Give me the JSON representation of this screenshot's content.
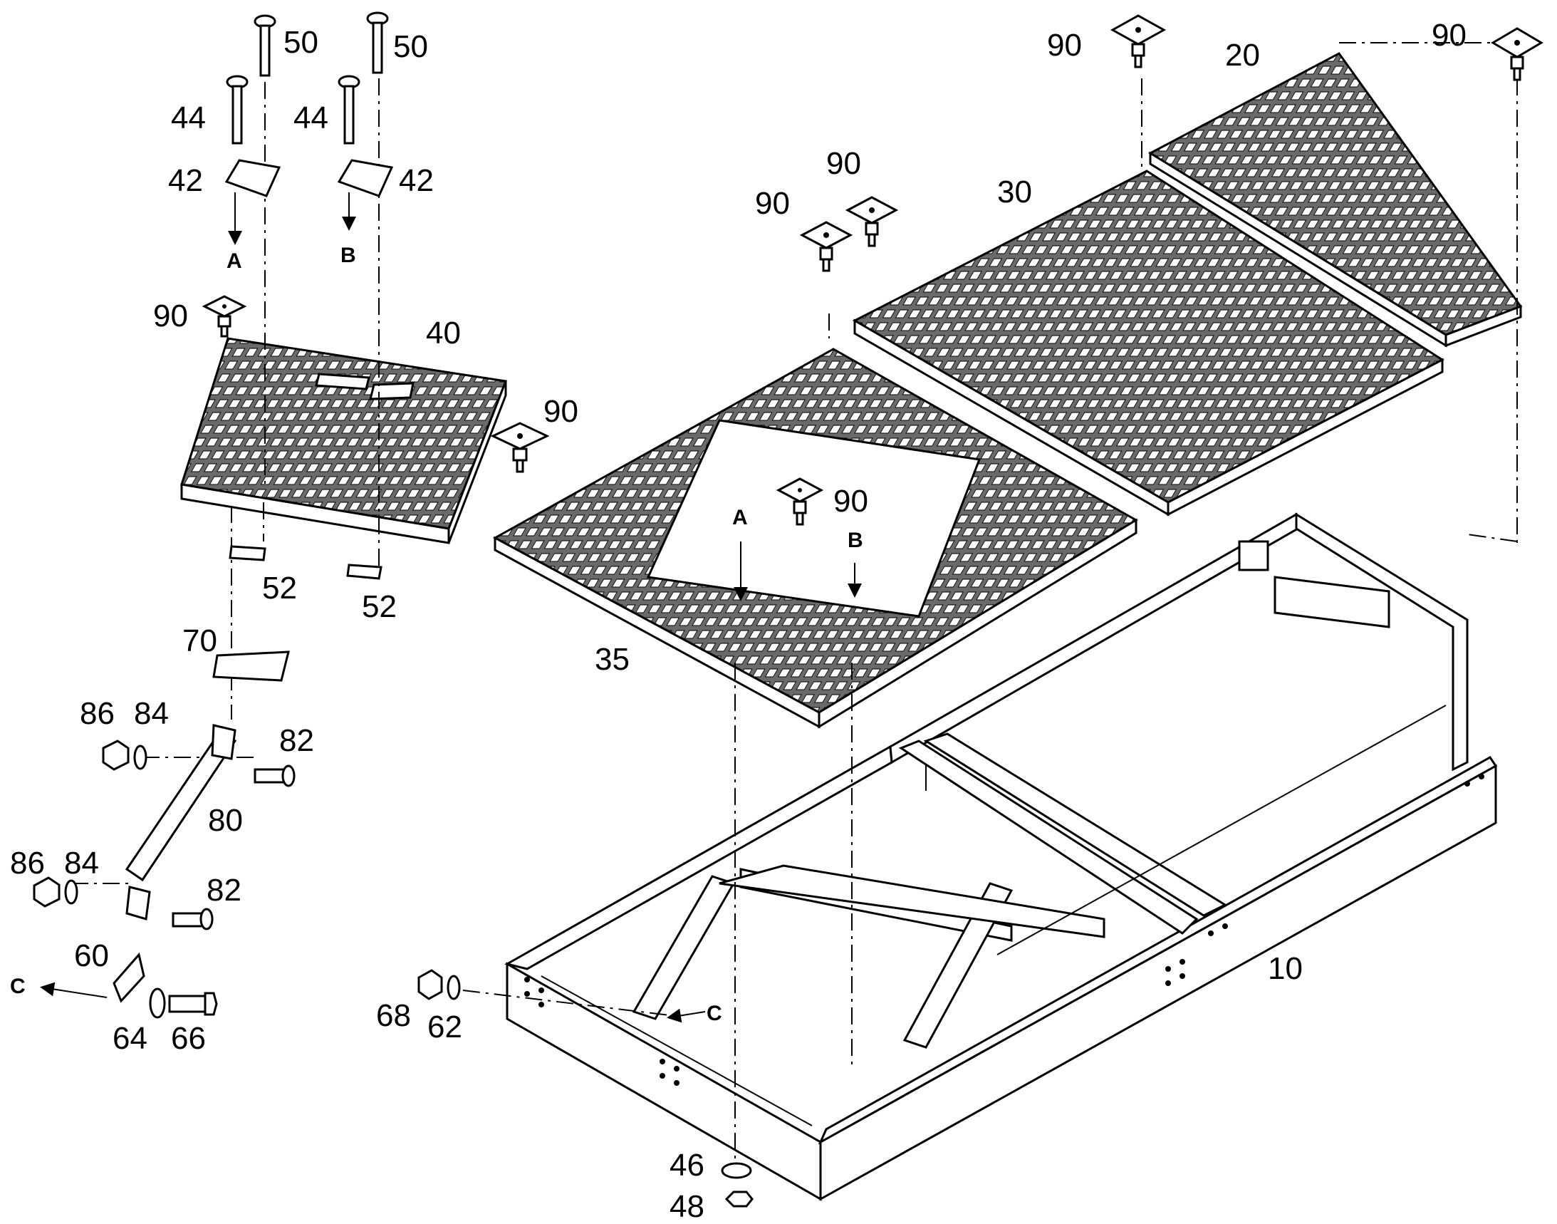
{
  "drawing": {
    "labels": [
      {
        "id": "label-50-a",
        "text": "50"
      },
      {
        "id": "label-50-b",
        "text": "50"
      },
      {
        "id": "label-44-a",
        "text": "44"
      },
      {
        "id": "label-44-b",
        "text": "44"
      },
      {
        "id": "label-42-a",
        "text": "42"
      },
      {
        "id": "label-42-b",
        "text": "42"
      },
      {
        "id": "label-90-a",
        "text": "90"
      },
      {
        "id": "label-90-b",
        "text": "90"
      },
      {
        "id": "label-90-c",
        "text": "90"
      },
      {
        "id": "label-90-d",
        "text": "90"
      },
      {
        "id": "label-90-e",
        "text": "90"
      },
      {
        "id": "label-90-f",
        "text": "90"
      },
      {
        "id": "label-90-g",
        "text": "90"
      },
      {
        "id": "label-20",
        "text": "20"
      },
      {
        "id": "label-30",
        "text": "30"
      },
      {
        "id": "label-40",
        "text": "40"
      },
      {
        "id": "label-35",
        "text": "35"
      },
      {
        "id": "label-52-a",
        "text": "52"
      },
      {
        "id": "label-52-b",
        "text": "52"
      },
      {
        "id": "label-70",
        "text": "70"
      },
      {
        "id": "label-86-a",
        "text": "86"
      },
      {
        "id": "label-84-a",
        "text": "84"
      },
      {
        "id": "label-82-a",
        "text": "82"
      },
      {
        "id": "label-80",
        "text": "80"
      },
      {
        "id": "label-86-b",
        "text": "86"
      },
      {
        "id": "label-84-b",
        "text": "84"
      },
      {
        "id": "label-82-b",
        "text": "82"
      },
      {
        "id": "label-60",
        "text": "60"
      },
      {
        "id": "label-64",
        "text": "64"
      },
      {
        "id": "label-66",
        "text": "66"
      },
      {
        "id": "label-68",
        "text": "68"
      },
      {
        "id": "label-62",
        "text": "62"
      },
      {
        "id": "label-10",
        "text": "10"
      },
      {
        "id": "label-46",
        "text": "46"
      },
      {
        "id": "label-48",
        "text": "48"
      }
    ],
    "markers": [
      {
        "id": "marker-a-top",
        "text": "A"
      },
      {
        "id": "marker-b-top",
        "text": "B"
      },
      {
        "id": "marker-a-panel",
        "text": "A"
      },
      {
        "id": "marker-b-panel",
        "text": "B"
      },
      {
        "id": "marker-c-left",
        "text": "C"
      },
      {
        "id": "marker-c-frame",
        "text": "C"
      }
    ]
  }
}
